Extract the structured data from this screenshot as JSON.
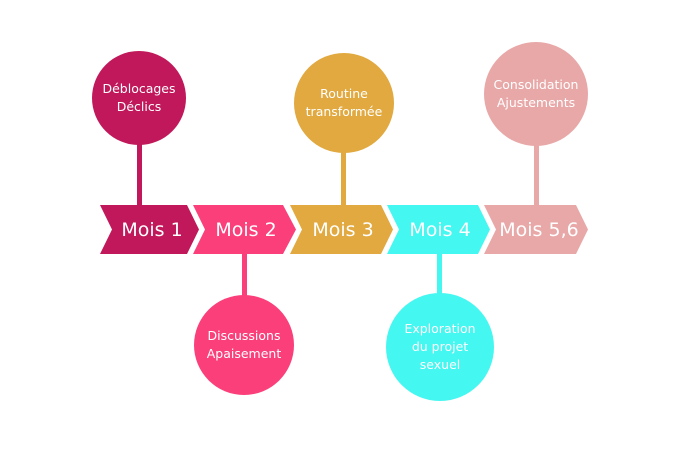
{
  "steps": [
    {
      "label": "Mois 1",
      "color": "#c0185a",
      "note": [
        "Déblocages",
        "Déclics"
      ],
      "position": "above"
    },
    {
      "label": "Mois 2",
      "color": "#fb3f7b",
      "note": [
        "Discussions",
        "Apaisement"
      ],
      "position": "below"
    },
    {
      "label": "Mois 3",
      "color": "#e1a93f",
      "note": [
        "Routine",
        "transformée"
      ],
      "position": "above"
    },
    {
      "label": "Mois 4",
      "color": "#44f7f0",
      "note": [
        "Exploration",
        "du projet",
        "sexuel"
      ],
      "position": "below"
    },
    {
      "label": "Mois 5,6",
      "color": "#e8a8a8",
      "note": [
        "Consolidation",
        "Ajustements"
      ],
      "position": "above"
    }
  ]
}
